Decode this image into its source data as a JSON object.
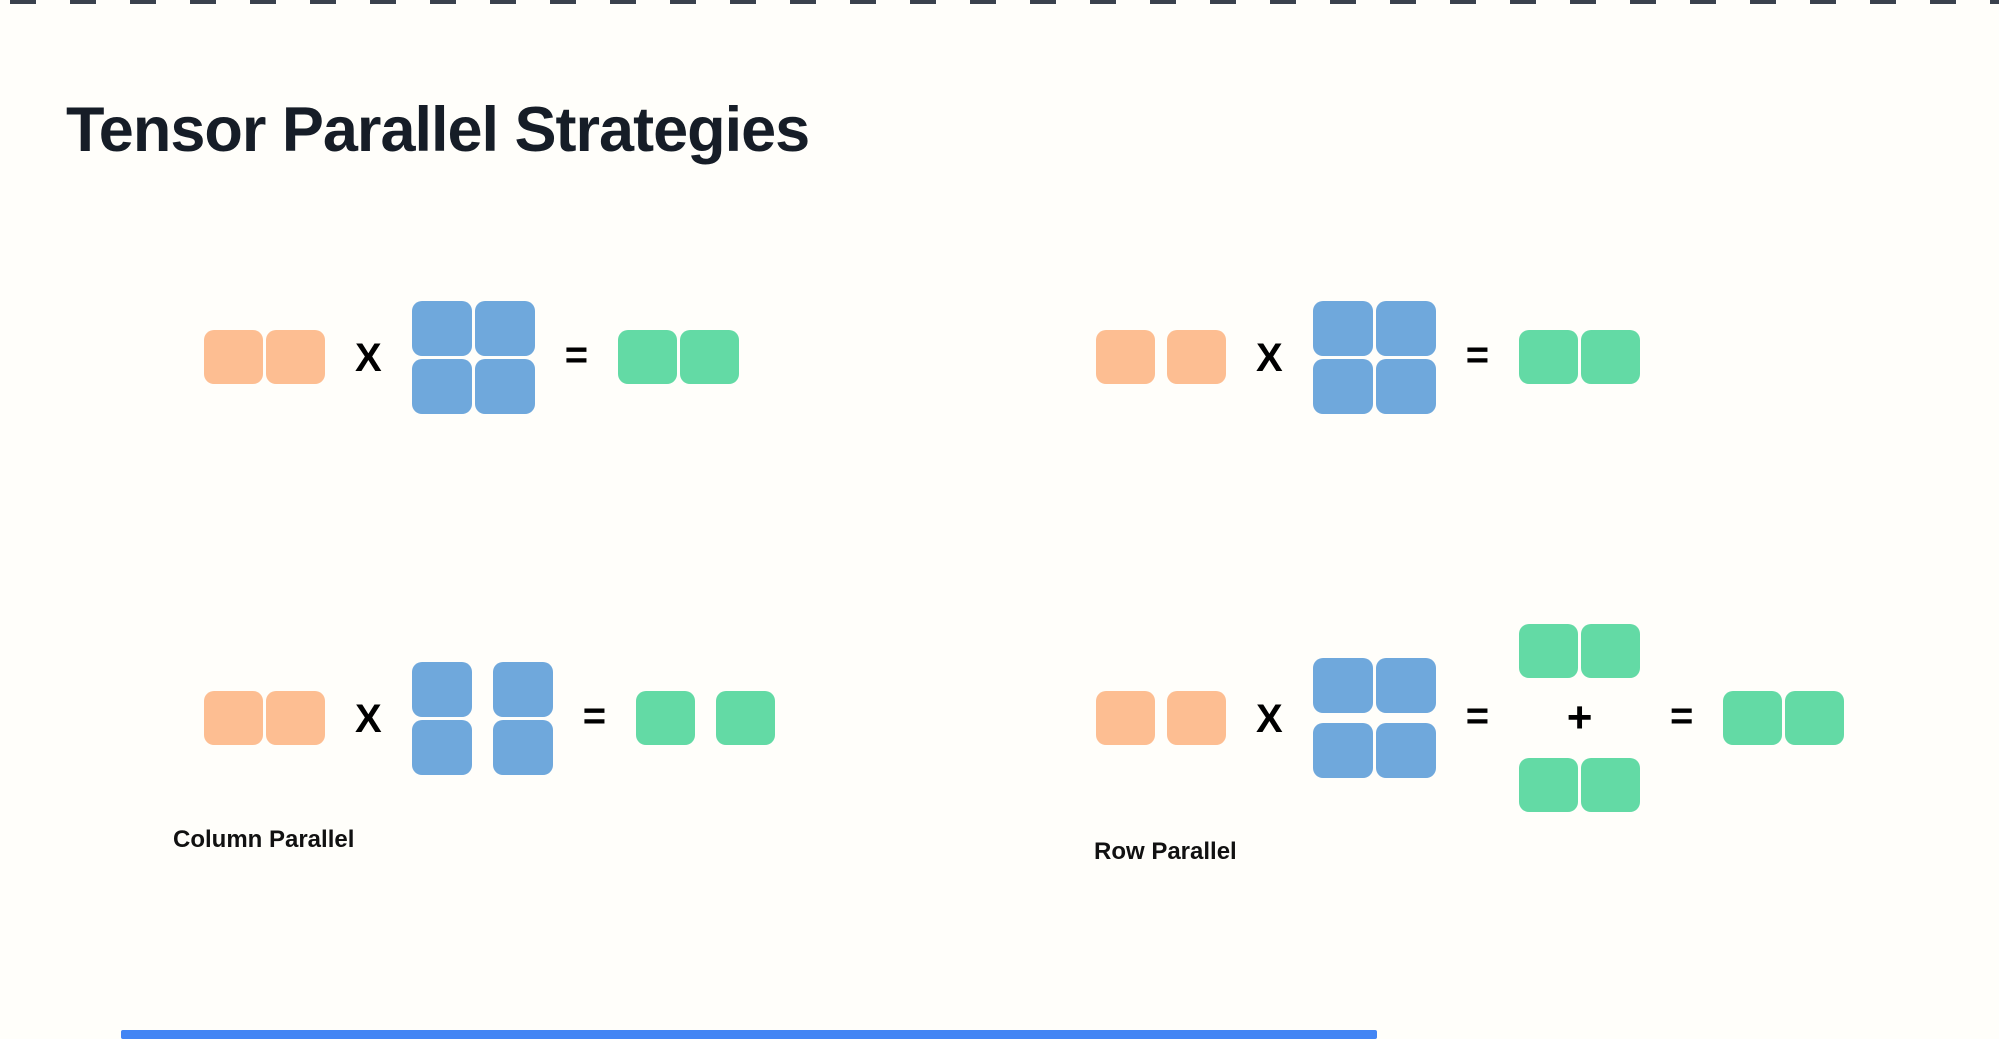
{
  "page": {
    "title": "Tensor Parallel Strategies",
    "background": "#fffefa",
    "title_color": "#161d27"
  },
  "palette": {
    "input": "#fdbe92",
    "weight": "#6fa8dc",
    "output": "#63daa5",
    "operator": "#000000",
    "top_dashes": "#3a414d",
    "bottom_bar": "#4285f4"
  },
  "operators": {
    "multiply": "X",
    "equals": "=",
    "plus": "+"
  },
  "diagrams": [
    {
      "name": "full-multiply-left",
      "caption": "",
      "elements": [
        {
          "kind": "matrix",
          "role": "input-activations",
          "color": "input",
          "rows": 1,
          "cols": 2,
          "split": "none"
        },
        {
          "kind": "operator",
          "op": "multiply",
          "symbol": "X"
        },
        {
          "kind": "matrix",
          "role": "weight-matrix",
          "color": "weight",
          "rows": 2,
          "cols": 2,
          "split": "none"
        },
        {
          "kind": "operator",
          "op": "equals",
          "symbol": "="
        },
        {
          "kind": "matrix",
          "role": "output-activations",
          "color": "output",
          "rows": 1,
          "cols": 2,
          "split": "none"
        }
      ]
    },
    {
      "name": "full-multiply-right",
      "caption": "",
      "elements": [
        {
          "kind": "matrix",
          "role": "input-activations",
          "color": "input",
          "rows": 1,
          "cols": 2,
          "split": "pair"
        },
        {
          "kind": "operator",
          "op": "multiply",
          "symbol": "X"
        },
        {
          "kind": "matrix",
          "role": "weight-matrix",
          "color": "weight",
          "rows": 2,
          "cols": 2,
          "split": "none"
        },
        {
          "kind": "operator",
          "op": "equals",
          "symbol": "="
        },
        {
          "kind": "matrix",
          "role": "output-activations",
          "color": "output",
          "rows": 1,
          "cols": 2,
          "split": "none"
        }
      ]
    },
    {
      "name": "column-parallel",
      "caption": "Column Parallel",
      "elements": [
        {
          "kind": "matrix",
          "role": "input-activations",
          "color": "input",
          "rows": 1,
          "cols": 2,
          "split": "none"
        },
        {
          "kind": "operator",
          "op": "multiply",
          "symbol": "X"
        },
        {
          "kind": "matrix",
          "role": "weight-matrix-column-split",
          "color": "weight",
          "rows": 2,
          "cols": 2,
          "split": "columns"
        },
        {
          "kind": "operator",
          "op": "equals",
          "symbol": "="
        },
        {
          "kind": "matrix",
          "role": "output-activations-column-split",
          "color": "output",
          "rows": 1,
          "cols": 2,
          "split": "columns"
        }
      ]
    },
    {
      "name": "row-parallel",
      "caption": "Row Parallel",
      "elements": [
        {
          "kind": "matrix",
          "role": "input-activations",
          "color": "input",
          "rows": 1,
          "cols": 2,
          "split": "pair"
        },
        {
          "kind": "operator",
          "op": "multiply",
          "symbol": "X"
        },
        {
          "kind": "matrix",
          "role": "weight-matrix-row-split",
          "color": "weight",
          "rows": 2,
          "cols": 2,
          "split": "rows"
        },
        {
          "kind": "operator",
          "op": "equals",
          "symbol": "="
        },
        {
          "kind": "stack",
          "role": "partial-sums",
          "children": [
            {
              "kind": "matrix",
              "role": "partial-output-top",
              "color": "output",
              "rows": 1,
              "cols": 2,
              "split": "none"
            },
            {
              "kind": "operator",
              "op": "plus",
              "symbol": "+"
            },
            {
              "kind": "matrix",
              "role": "partial-output-bottom",
              "color": "output",
              "rows": 1,
              "cols": 2,
              "split": "none"
            }
          ]
        },
        {
          "kind": "operator",
          "op": "equals",
          "symbol": "="
        },
        {
          "kind": "matrix",
          "role": "output-activations",
          "color": "output",
          "rows": 1,
          "cols": 2,
          "split": "none"
        }
      ]
    }
  ]
}
